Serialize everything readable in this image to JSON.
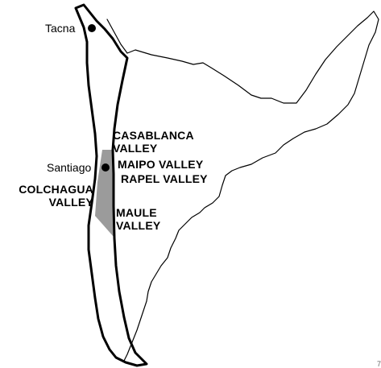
{
  "map": {
    "cities": [
      {
        "name": "Tacna"
      },
      {
        "name": "Santiago"
      }
    ],
    "valleys": [
      {
        "line1": "CASABLANCA",
        "line2": "VALLEY"
      },
      {
        "line1": "MAIPO VALLEY"
      },
      {
        "line1": "RAPEL VALLEY"
      },
      {
        "line1": "COLCHAGUA",
        "line2": "VALLEY"
      },
      {
        "line1": "MAULE",
        "line2": "VALLEY"
      }
    ],
    "credit": "7"
  },
  "colors": {
    "outline": "#000000",
    "highlighted_region": "#9b9b9b",
    "background": "#ffffff"
  }
}
